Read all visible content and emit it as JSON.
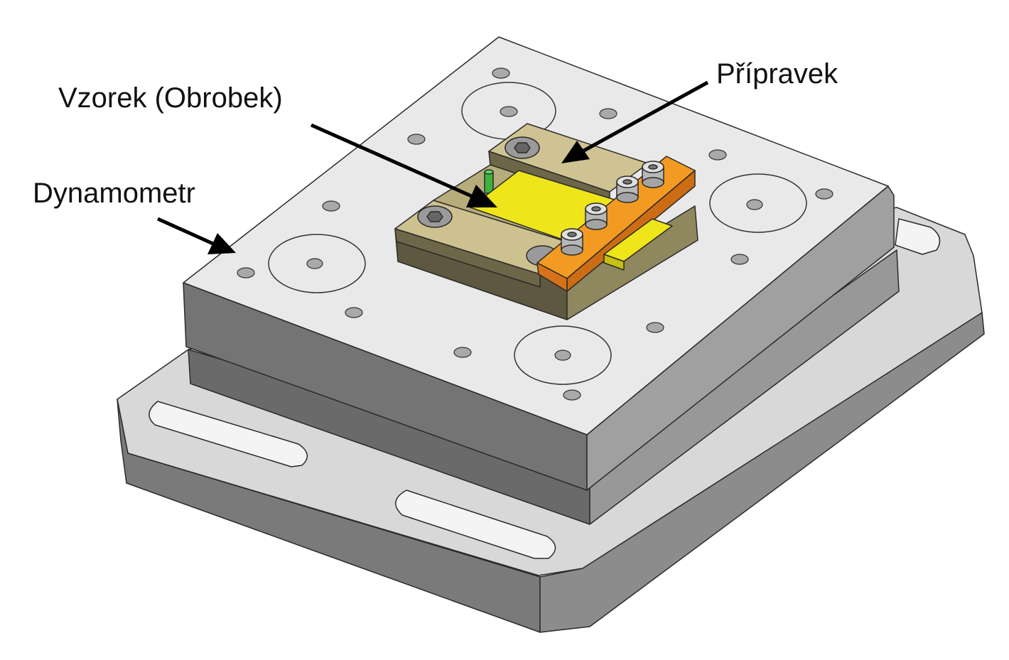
{
  "labels": {
    "workpiece": "Vzorek (Obrobek)",
    "fixture": "Přípravek",
    "dynamometer": "Dynamometr"
  },
  "colors": {
    "plate_top": "#e6e6e6",
    "plate_side": "#8a8a8a",
    "plate_front": "#6e6e6e",
    "fixture_top": "#c8bd8a",
    "fixture_side": "#6a6448",
    "clamp": "#f0951e",
    "clamp_side": "#c76a12",
    "workpiece": "#eee51a",
    "pin": "#3cb43c",
    "outline": "#222222",
    "arrow": "#000000"
  }
}
